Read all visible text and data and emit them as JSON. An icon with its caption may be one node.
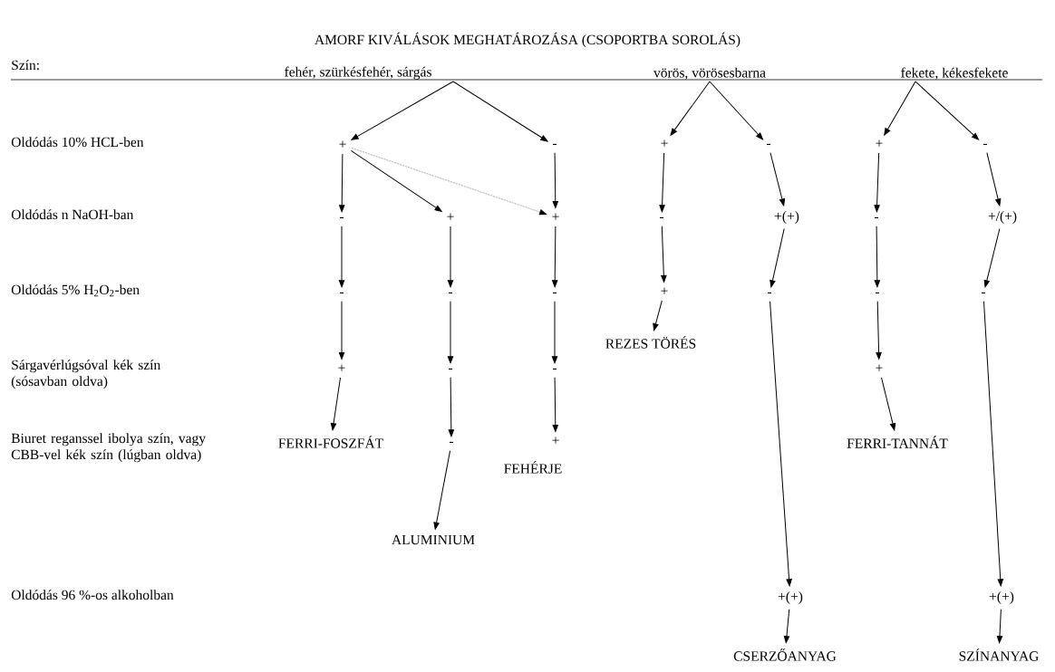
{
  "diagram": {
    "title": "AMORF KIVÁLÁSOK MEGHATÁROZÁSA (CSOPORTBA SOROLÁS)",
    "nodes": [
      {
        "text": [
          "fehér, szürkésfehér, sárgás"
        ]
      },
      {
        "text": [
          "vörös, vörösesbarna"
        ]
      },
      {
        "text": [
          "fekete, kékesfekete"
        ]
      },
      {
        "text": [
          "+"
        ]
      },
      {
        "text": [
          "-"
        ]
      },
      {
        "text": [
          "+"
        ]
      },
      {
        "text": [
          "-"
        ]
      },
      {
        "text": [
          "+"
        ]
      },
      {
        "text": [
          "-"
        ]
      },
      {
        "text": [
          "-"
        ]
      },
      {
        "text": [
          "+"
        ]
      },
      {
        "text": [
          "+"
        ]
      },
      {
        "text": [
          "-"
        ]
      },
      {
        "text": [
          "+(+)"
        ]
      },
      {
        "text": [
          "-"
        ]
      },
      {
        "text": [
          "+/(+)"
        ]
      },
      {
        "text": [
          "-"
        ]
      },
      {
        "text": [
          "-"
        ]
      },
      {
        "text": [
          "-"
        ]
      },
      {
        "text": [
          "+"
        ]
      },
      {
        "text": [
          "-"
        ]
      },
      {
        "text": [
          "-"
        ]
      },
      {
        "text": [
          "-"
        ]
      },
      {
        "text": [
          "REZES TÖRÉS"
        ]
      },
      {
        "text": [
          "+"
        ]
      },
      {
        "text": [
          "-"
        ]
      },
      {
        "text": [
          "-"
        ]
      },
      {
        "text": [
          "+"
        ]
      },
      {
        "text": [
          "FERRI-FOSZFÁT"
        ]
      },
      {
        "text": [
          "-"
        ]
      },
      {
        "text": [
          "+"
        ]
      },
      {
        "text": [
          "FEHÉRJE"
        ]
      },
      {
        "text": [
          "FERRI-TANNÁT"
        ]
      },
      {
        "text": [
          "ALUMINIUM"
        ]
      },
      {
        "text": [
          "+(+)"
        ]
      },
      {
        "text": [
          "+(+)"
        ]
      },
      {
        "text": [
          "CSERZŐANYAG"
        ]
      },
      {
        "text": [
          "SZÍNANYAG"
        ]
      }
    ],
    "edges": [
      {
        "from": 0,
        "to": 3,
        "arrow": "to"
      },
      {
        "from": 0,
        "to": 4,
        "arrow": "to"
      },
      {
        "from": 1,
        "to": 5,
        "arrow": "to"
      },
      {
        "from": 1,
        "to": 6,
        "arrow": "to"
      },
      {
        "from": 2,
        "to": 7,
        "arrow": "to"
      },
      {
        "from": 2,
        "to": 8,
        "arrow": "to"
      },
      {
        "from": 3,
        "to": 9,
        "arrow": "to"
      },
      {
        "from": 3,
        "to": 10,
        "arrow": "to"
      },
      {
        "from": 3,
        "to": 11,
        "arrow": "to",
        "style": "dashed"
      },
      {
        "from": 4,
        "to": 11,
        "arrow": "to"
      },
      {
        "from": 5,
        "to": 12,
        "arrow": "to"
      },
      {
        "from": 6,
        "to": 13,
        "arrow": "to"
      },
      {
        "from": 7,
        "to": 14,
        "arrow": "to"
      },
      {
        "from": 8,
        "to": 15,
        "arrow": "to"
      },
      {
        "from": 9,
        "to": 16,
        "arrow": "to"
      },
      {
        "from": 10,
        "to": 17,
        "arrow": "to"
      },
      {
        "from": 11,
        "to": 18,
        "arrow": "to"
      },
      {
        "from": 12,
        "to": 19,
        "arrow": "to"
      },
      {
        "from": 13,
        "to": 20,
        "arrow": "to"
      },
      {
        "from": 14,
        "to": 21,
        "arrow": "to"
      },
      {
        "from": 15,
        "to": 22,
        "arrow": "to"
      },
      {
        "from": 19,
        "to": 23,
        "arrow": "to"
      },
      {
        "from": 16,
        "to": 24,
        "arrow": "to"
      },
      {
        "from": 17,
        "to": 25,
        "arrow": "to"
      },
      {
        "from": 18,
        "to": 26,
        "arrow": "to"
      },
      {
        "from": 21,
        "to": 27,
        "arrow": "to"
      },
      {
        "from": 24,
        "to": 28,
        "arrow": "to"
      },
      {
        "from": 25,
        "to": 29,
        "arrow": "to"
      },
      {
        "from": 26,
        "to": 30,
        "arrow": "to"
      },
      {
        "from": 27,
        "to": 32,
        "arrow": "to"
      },
      {
        "from": 29,
        "to": 33,
        "arrow": "to"
      },
      {
        "from": 20,
        "to": 34,
        "arrow": "to"
      },
      {
        "from": 22,
        "to": 35,
        "arrow": "to"
      },
      {
        "from": 34,
        "to": 36,
        "arrow": "to"
      },
      {
        "from": 35,
        "to": 37,
        "arrow": "to"
      }
    ],
    "labels": [
      "Szín:",
      "Oldódás 10% HCL-ben",
      "Oldódás n NaOH-ban",
      "Oldódás 5% H$_{2}$O$_{2}$-ben",
      "Sárgavérlúgsóval kék szín (sósavban oldva)",
      "Biuret reganssel ibolya szín, vagy CBB-vel kék szín (lúgban oldva)",
      "Oldódás 96 %-os alkoholban"
    ]
  }
}
